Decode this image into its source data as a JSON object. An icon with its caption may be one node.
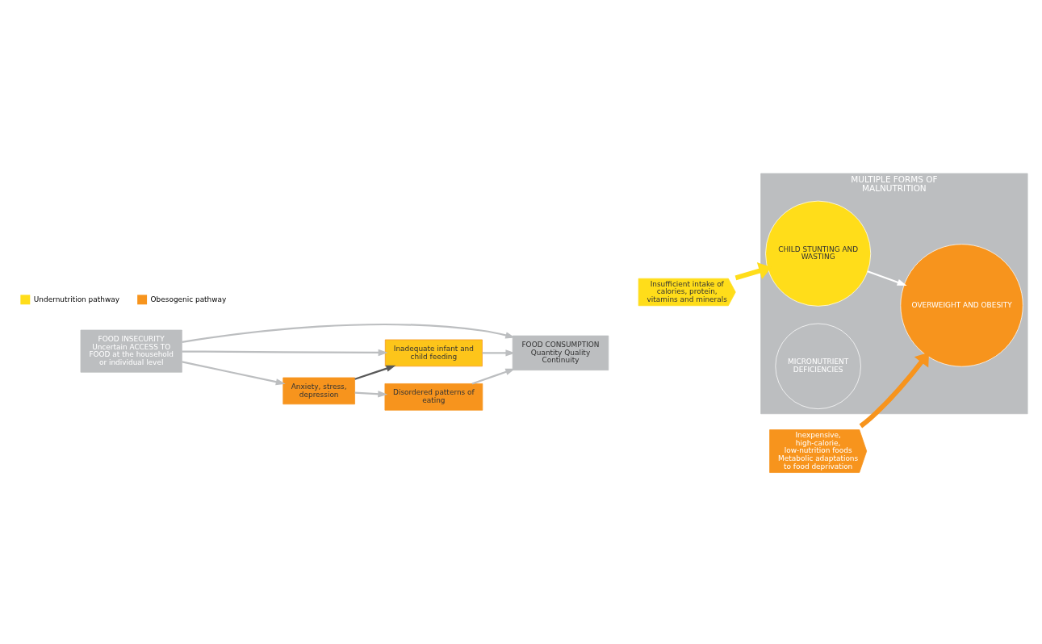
{
  "diagram": {
    "nodes": [
      {
        "text": [
          "FOOD INSECURITY",
          "Uncertain ACCESS TO FOOD at the household or individual level"
        ]
      },
      {
        "text": [
          "Inadequate infant and child feeding"
        ]
      },
      {
        "text": [
          "FOOD CONSUMPTION",
          "Quantity Quality Continuity"
        ]
      },
      {
        "text": [
          "Insufficient intake of calories, protein, vitamins and minerals"
        ]
      },
      {
        "text": [
          "Inexpensive, high-calorie, low-nutrition foods",
          "Metabolic adaptations to food deprivation"
        ]
      },
      {
        "text": [
          "MULTIPLE FORMS OF MALNUTRITION"
        ]
      },
      {
        "text": [
          "CHILD STUNTING AND WASTING"
        ],
        "in": 5
      },
      {
        "text": [
          "MICRONUTRIENT DEFICIENCIES"
        ],
        "in": 5
      },
      {
        "text": [
          "OVERWEIGHT AND OBESITY"
        ],
        "in": 5
      },
      {
        "text": [
          "Anxiety, stress, depression"
        ]
      },
      {
        "text": [
          "Disordered patterns of eating"
        ]
      }
    ],
    "edges": [
      {
        "from": 0,
        "to": 1,
        "arrow": "to"
      },
      {
        "from": 0,
        "to": 2,
        "arrow": "to"
      },
      {
        "from": 0,
        "to": 9,
        "arrow": "to"
      },
      {
        "from": 1,
        "to": 2,
        "arrow": "to"
      },
      {
        "from": 9,
        "to": 1,
        "arrow": "to",
        "color": "#595959"
      },
      {
        "from": 9,
        "to": 10,
        "arrow": "to"
      },
      {
        "from": 10,
        "to": 2,
        "arrow": "to"
      },
      {
        "from": 3,
        "to": 6,
        "arrow": "to",
        "color": "#ffdd1a",
        "style": "thick"
      },
      {
        "from": 4,
        "to": 8,
        "arrow": "to",
        "color": "#f7941d",
        "style": "thick"
      },
      {
        "from": 6,
        "to": 8,
        "arrow": "to",
        "color": "#ffffff"
      }
    ],
    "legend": [
      {
        "text": "Undernutrition pathway",
        "color": "#ffdd1a"
      },
      {
        "text": "Obesogenic pathway",
        "color": "#f7941d"
      }
    ]
  }
}
